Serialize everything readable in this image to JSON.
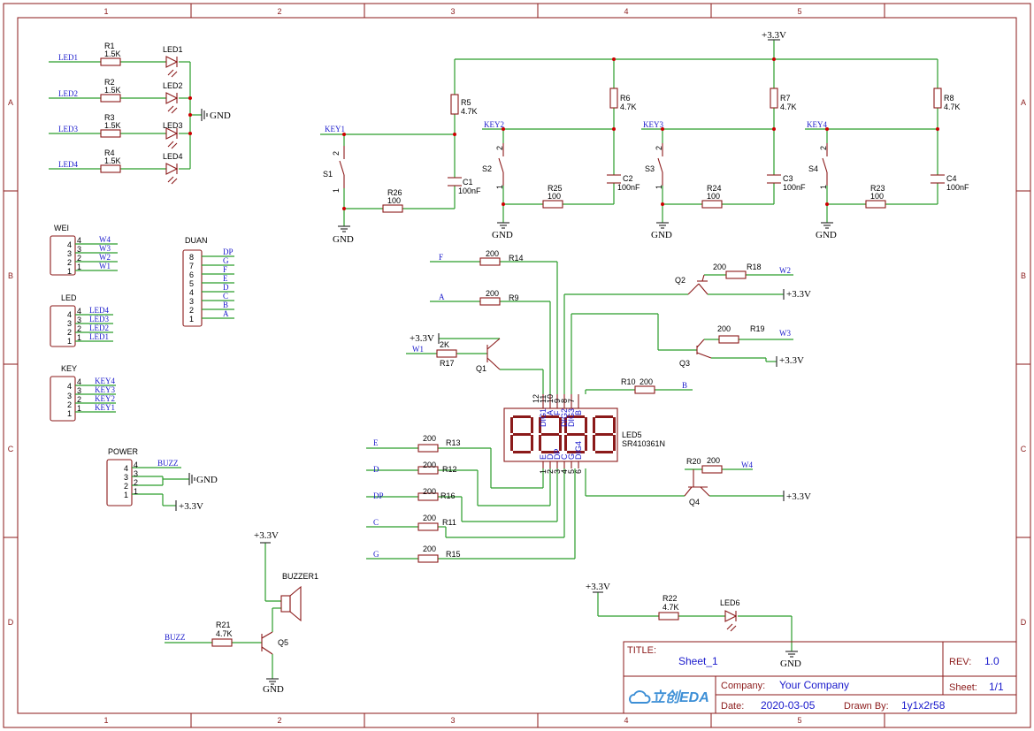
{
  "frame": {
    "col_labels": [
      "1",
      "2",
      "3",
      "4",
      "5"
    ],
    "row_labels": [
      "A",
      "B",
      "C",
      "D"
    ]
  },
  "labels": {
    "r1": "R1",
    "r1v": "1.5K",
    "r2": "R2",
    "r2v": "1.5K",
    "r3": "R3",
    "r3v": "1.5K",
    "r4": "R4",
    "r4v": "1.5K",
    "led1": "LED1",
    "led2": "LED2",
    "led3": "LED3",
    "led4": "LED4",
    "n_led1": "LED1",
    "n_led2": "LED2",
    "n_led3": "LED3",
    "n_led4": "LED4",
    "gnd_leds": "GND",
    "wei": "WEI",
    "n_w4": "W4",
    "n_w3": "W3",
    "n_w2": "W2",
    "n_w1": "W1",
    "led_hdr": "LED",
    "n_hled4": "LED4",
    "n_hled3": "LED3",
    "n_hled2": "LED2",
    "n_hled1": "LED1",
    "key_hdr": "KEY",
    "n_hkey4": "KEY4",
    "n_hkey3": "KEY3",
    "n_hkey2": "KEY2",
    "n_hkey1": "KEY1",
    "duan": "DUAN",
    "n_dp": "DP",
    "n_g": "G",
    "n_f": "F",
    "n_e": "E",
    "n_d": "D",
    "n_c": "C",
    "n_b": "B",
    "n_a": "A",
    "power": "POWER",
    "n_buzz": "BUZZ",
    "gnd_power": "GND",
    "v33_power": "+3.3V",
    "v33_top": "+3.3V",
    "n_key1": "KEY1",
    "s1": "S1",
    "r5": "R5",
    "r5v": "4.7K",
    "c1": "C1",
    "c1v": "100nF",
    "r26": "R26",
    "r26v": "100",
    "gnd1": "GND",
    "n_key2": "KEY2",
    "s2": "S2",
    "r6": "R6",
    "r6v": "4.7K",
    "c2": "C2",
    "c2v": "100nF",
    "r25": "R25",
    "r25v": "100",
    "gnd2": "GND",
    "n_key3": "KEY3",
    "s3": "S3",
    "r7": "R7",
    "r7v": "4.7K",
    "c3": "C3",
    "c3v": "100nF",
    "r24": "R24",
    "r24v": "100",
    "gnd3": "GND",
    "n_key4": "KEY4",
    "s4": "S4",
    "r8": "R8",
    "r8v": "4.7K",
    "c4": "C4",
    "c4v": "100nF",
    "r23": "R23",
    "r23v": "100",
    "gnd4": "GND",
    "n_f2": "F",
    "r14": "R14",
    "r14v": "200",
    "n_a2": "A",
    "r9": "R9",
    "r9v": "200",
    "v33_q1": "+3.3V",
    "n_w1b": "W1",
    "r17": "R17",
    "r17v": "2K",
    "q1": "Q1",
    "q2": "Q2",
    "r18": "R18",
    "r18v": "200",
    "n_w2b": "W2",
    "v33_q2": "+3.3V",
    "q3": "Q3",
    "r19": "R19",
    "r19v": "200",
    "n_w3b": "W3",
    "v33_q3": "+3.3V",
    "r10": "R10",
    "r10v": "200",
    "n_b2": "B",
    "led5": "LED5",
    "led5v": "SR410361N",
    "n_e2": "E",
    "r13": "R13",
    "r13v": "200",
    "n_d2": "D",
    "r12": "R12",
    "r12v": "200",
    "n_dp2": "DP",
    "r16": "R16",
    "r16v": "200",
    "n_c2": "C",
    "r11": "R11",
    "r11v": "200",
    "n_g2": "G",
    "r15": "R15",
    "r15v": "200",
    "r20": "R20",
    "r20v": "200",
    "n_w4b": "W4",
    "q4": "Q4",
    "v33_q4": "+3.3V",
    "v33_buzz": "+3.3V",
    "buzzer": "BUZZER1",
    "n_buzz2": "BUZZ",
    "r21": "R21",
    "r21v": "4.7K",
    "q5": "Q5",
    "gnd_q5": "GND",
    "v33_led6": "+3.3V",
    "r22": "R22",
    "r22v": "4.7K",
    "led6": "LED6",
    "gnd_led6": "GND",
    "seg_top_pins": [
      "12",
      "11",
      "10",
      "9",
      "8",
      "7"
    ],
    "seg_top_names": [
      "DIG1",
      "A",
      "F",
      "DIG2",
      "DIG3",
      "B"
    ],
    "seg_bot_pins": [
      "1",
      "2",
      "3",
      "4",
      "5",
      "6"
    ],
    "seg_bot_names": [
      "E",
      "D",
      "DP",
      "C",
      "G",
      "DIG4"
    ]
  },
  "title_block": {
    "title_label": "TITLE:",
    "title": "Sheet_1",
    "rev_label": "REV:",
    "rev": "1.0",
    "company_label": "Company:",
    "company": "Your Company",
    "sheet_label": "Sheet:",
    "sheet": "1/1",
    "date_label": "Date:",
    "date": "2020-03-05",
    "drawn_label": "Drawn By:",
    "drawn": "1y1x2r58",
    "logo": "立创EDA"
  }
}
